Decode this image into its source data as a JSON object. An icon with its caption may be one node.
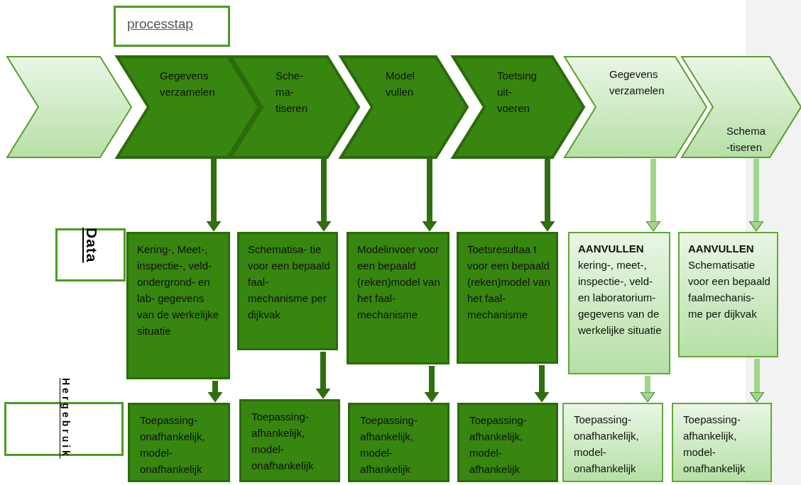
{
  "diagram": {
    "nodes": [
      {
        "text": [
          "processtap"
        ]
      },
      {
        "text": [],
        "shape": "chevron"
      },
      {
        "text": [
          "Gegevens verzamelen"
        ]
      },
      {
        "text": [
          "Sche- ma- tiseren"
        ]
      },
      {
        "text": [
          "Model vullen"
        ]
      },
      {
        "text": [
          "Toetsing uit- voeren"
        ]
      },
      {
        "text": [
          "Gegevens verzamelen"
        ]
      },
      {
        "text": [
          "Schema -tiseren"
        ]
      },
      {
        "text": [
          "Data"
        ]
      },
      {
        "text": [
          "Hergebruik"
        ]
      },
      {
        "text": [
          "Kering-, Meet-, inspectie-, veld- ondergrond- en lab- gegevens van de werkelijke situatie"
        ]
      },
      {
        "text": [
          "Schematisa- tie voor een bepaald faal- mechanisme per dijkvak"
        ]
      },
      {
        "text": [
          "Modelinvoer voor een bepaald (reken)model van het faal- mechanisme"
        ]
      },
      {
        "text": [
          "Toetsresultaa t voor een bepaald (reken)model van het faal- mechanisme"
        ]
      },
      {
        "text": [
          "AANVULLEN",
          "kering-, meet-, inspectie-, veld- en laboratorium- gegevens van de werkelijke situatie"
        ]
      },
      {
        "text": [
          "AANVULLEN",
          "Schematisatie voor een bepaald faalmechanis- me per dijkvak"
        ]
      },
      {
        "text": [
          "Toepassing- onafhankelijk, model- onafhankelijk"
        ]
      },
      {
        "text": [
          "Toepassing- afhankelijk, model- onafhankelijk"
        ]
      },
      {
        "text": [
          "Toepassing- afhankelijk, model- afhankelijk"
        ]
      },
      {
        "text": [
          "Toepassing- afhankelijk, model- afhankelijk"
        ]
      },
      {
        "text": [
          "Toepassing- onafhankelijk, model- onafhankelijk"
        ]
      },
      {
        "text": [
          "Toepassing- afhankelijk, model- onafhankelijk"
        ]
      }
    ],
    "edges": [
      {
        "from": 2,
        "to": 10,
        "arrow": "to"
      },
      {
        "from": 3,
        "to": 11,
        "arrow": "to"
      },
      {
        "from": 4,
        "to": 12,
        "arrow": "to"
      },
      {
        "from": 5,
        "to": 13,
        "arrow": "to"
      },
      {
        "from": 6,
        "to": 14,
        "arrow": "to",
        "color": "#9fd68a"
      },
      {
        "from": 7,
        "to": 15,
        "arrow": "to",
        "color": "#9fd68a"
      },
      {
        "from": 10,
        "to": 16,
        "arrow": "to"
      },
      {
        "from": 11,
        "to": 17,
        "arrow": "to"
      },
      {
        "from": 12,
        "to": 18,
        "arrow": "to"
      },
      {
        "from": 13,
        "to": 19,
        "arrow": "to"
      },
      {
        "from": 14,
        "to": 20,
        "arrow": "to",
        "color": "#9fd68a"
      },
      {
        "from": 15,
        "to": 21,
        "arrow": "to",
        "color": "#9fd68a"
      }
    ]
  }
}
